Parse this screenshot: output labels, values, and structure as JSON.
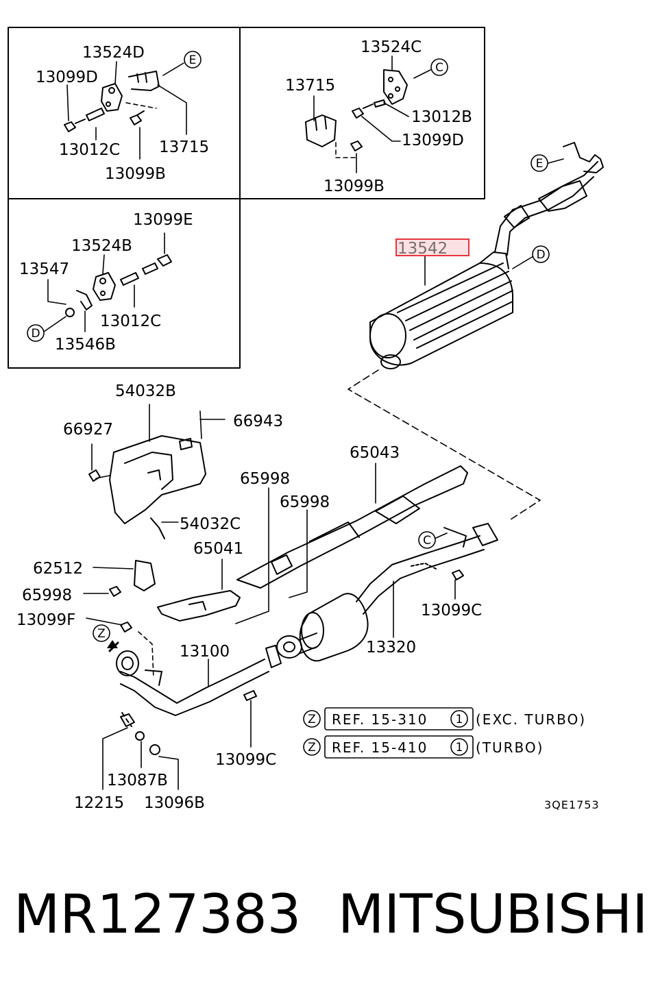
{
  "labels": {
    "l13524D": "13524D",
    "l13099D_a": "13099D",
    "l13012C_a": "13012C",
    "l13715_a": "13715",
    "l13099B_a": "13099B",
    "l13524C": "13524C",
    "l13715_b": "13715",
    "l13012B": "13012B",
    "l13099D_b": "13099D",
    "l13099B_b": "13099B",
    "l13099E": "13099E",
    "l13524B": "13524B",
    "l13547": "13547",
    "l13012C_b": "13012C",
    "l13546B": "13546B",
    "l13542": "13542",
    "l54032B": "54032B",
    "l66927": "66927",
    "l66943": "66943",
    "l65043": "65043",
    "l65998_a": "65998",
    "l65998_b": "65998",
    "l54032C": "54032C",
    "l65041": "65041",
    "l62512": "62512",
    "l65998_c": "65998",
    "l13099F": "13099F",
    "l13100": "13100",
    "l13099C_a": "13099C",
    "l13320": "13320",
    "l13099C_b": "13099C",
    "l13087B": "13087B",
    "l12215": "12215",
    "l13096B": "13096B"
  },
  "callouts": {
    "E": "E",
    "C": "C",
    "D": "D",
    "Z": "Z",
    "one": "1"
  },
  "refs": {
    "ref1": "REF. 15-310",
    "ref1_note": "(EXC. TURBO)",
    "ref2": "REF. 15-410",
    "ref2_note": "(TURBO)"
  },
  "diagram_code": "3QE1753",
  "footer": {
    "part_number": "MR127383",
    "brand": "MITSUBISHI"
  },
  "colors": {
    "highlight": "#e8343f",
    "highlight_fill": "#fbe1e3"
  }
}
